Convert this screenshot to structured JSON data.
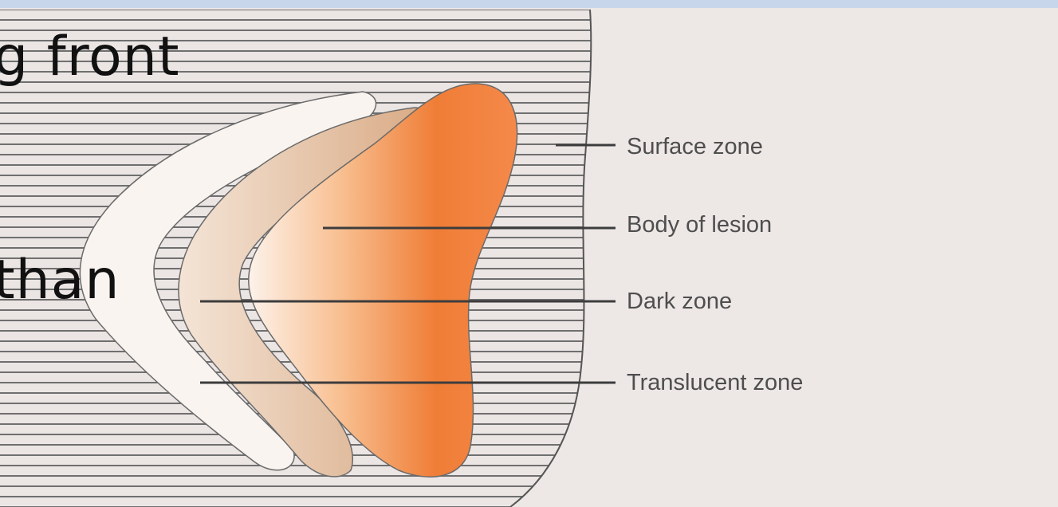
{
  "slide": {
    "text_lines": [
      "g front",
      "than"
    ]
  },
  "diagram": {
    "labels": {
      "surface_zone": "Surface zone",
      "body_of_lesion": "Body of lesion",
      "dark_zone": "Dark zone",
      "translucent_zone": "Translucent zone"
    },
    "colors": {
      "background": "#ede7e6",
      "enamel_stripe": "#6f6f6f",
      "enamel_base": "#ebe5e4",
      "translucent_zone": "#f9f4f0",
      "dark_zone": "#d8ae8a",
      "body_of_lesion": "#ef7d36",
      "leader_line": "#3d3d3d",
      "label_text": "#4e4e4e"
    }
  }
}
